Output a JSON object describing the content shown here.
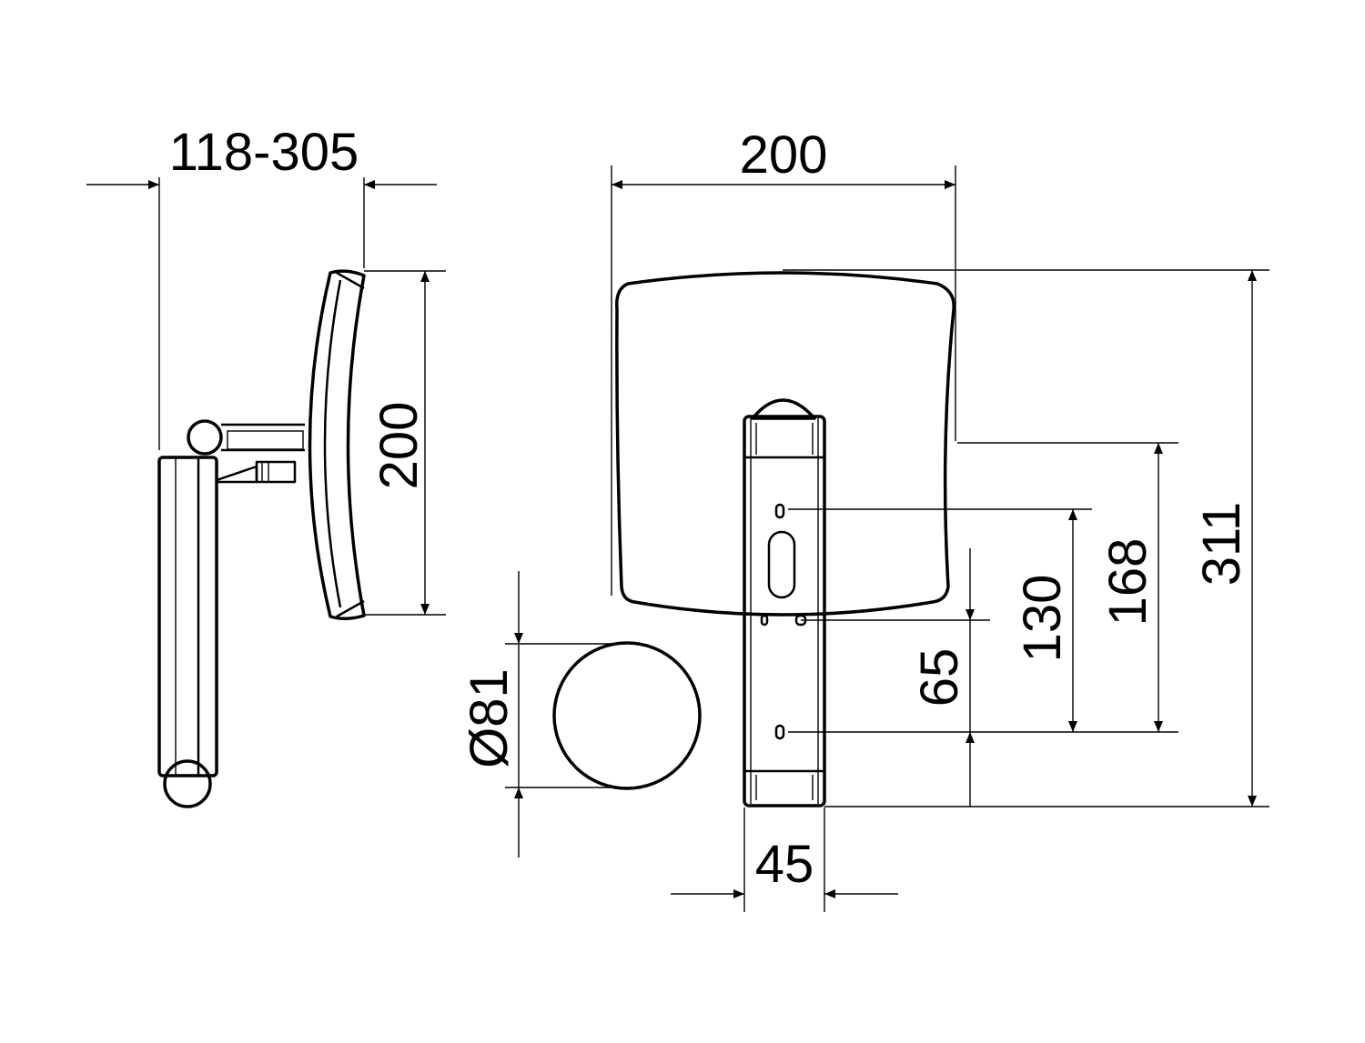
{
  "drawing": {
    "dimensions": {
      "side_projection": "118-305",
      "side_height": "200",
      "front_width": "200",
      "front_total_height": "311",
      "hole_168": "168",
      "hole_130": "130",
      "hole_65": "65",
      "plate_diameter": "Ø81",
      "bracket_width": "45"
    }
  }
}
